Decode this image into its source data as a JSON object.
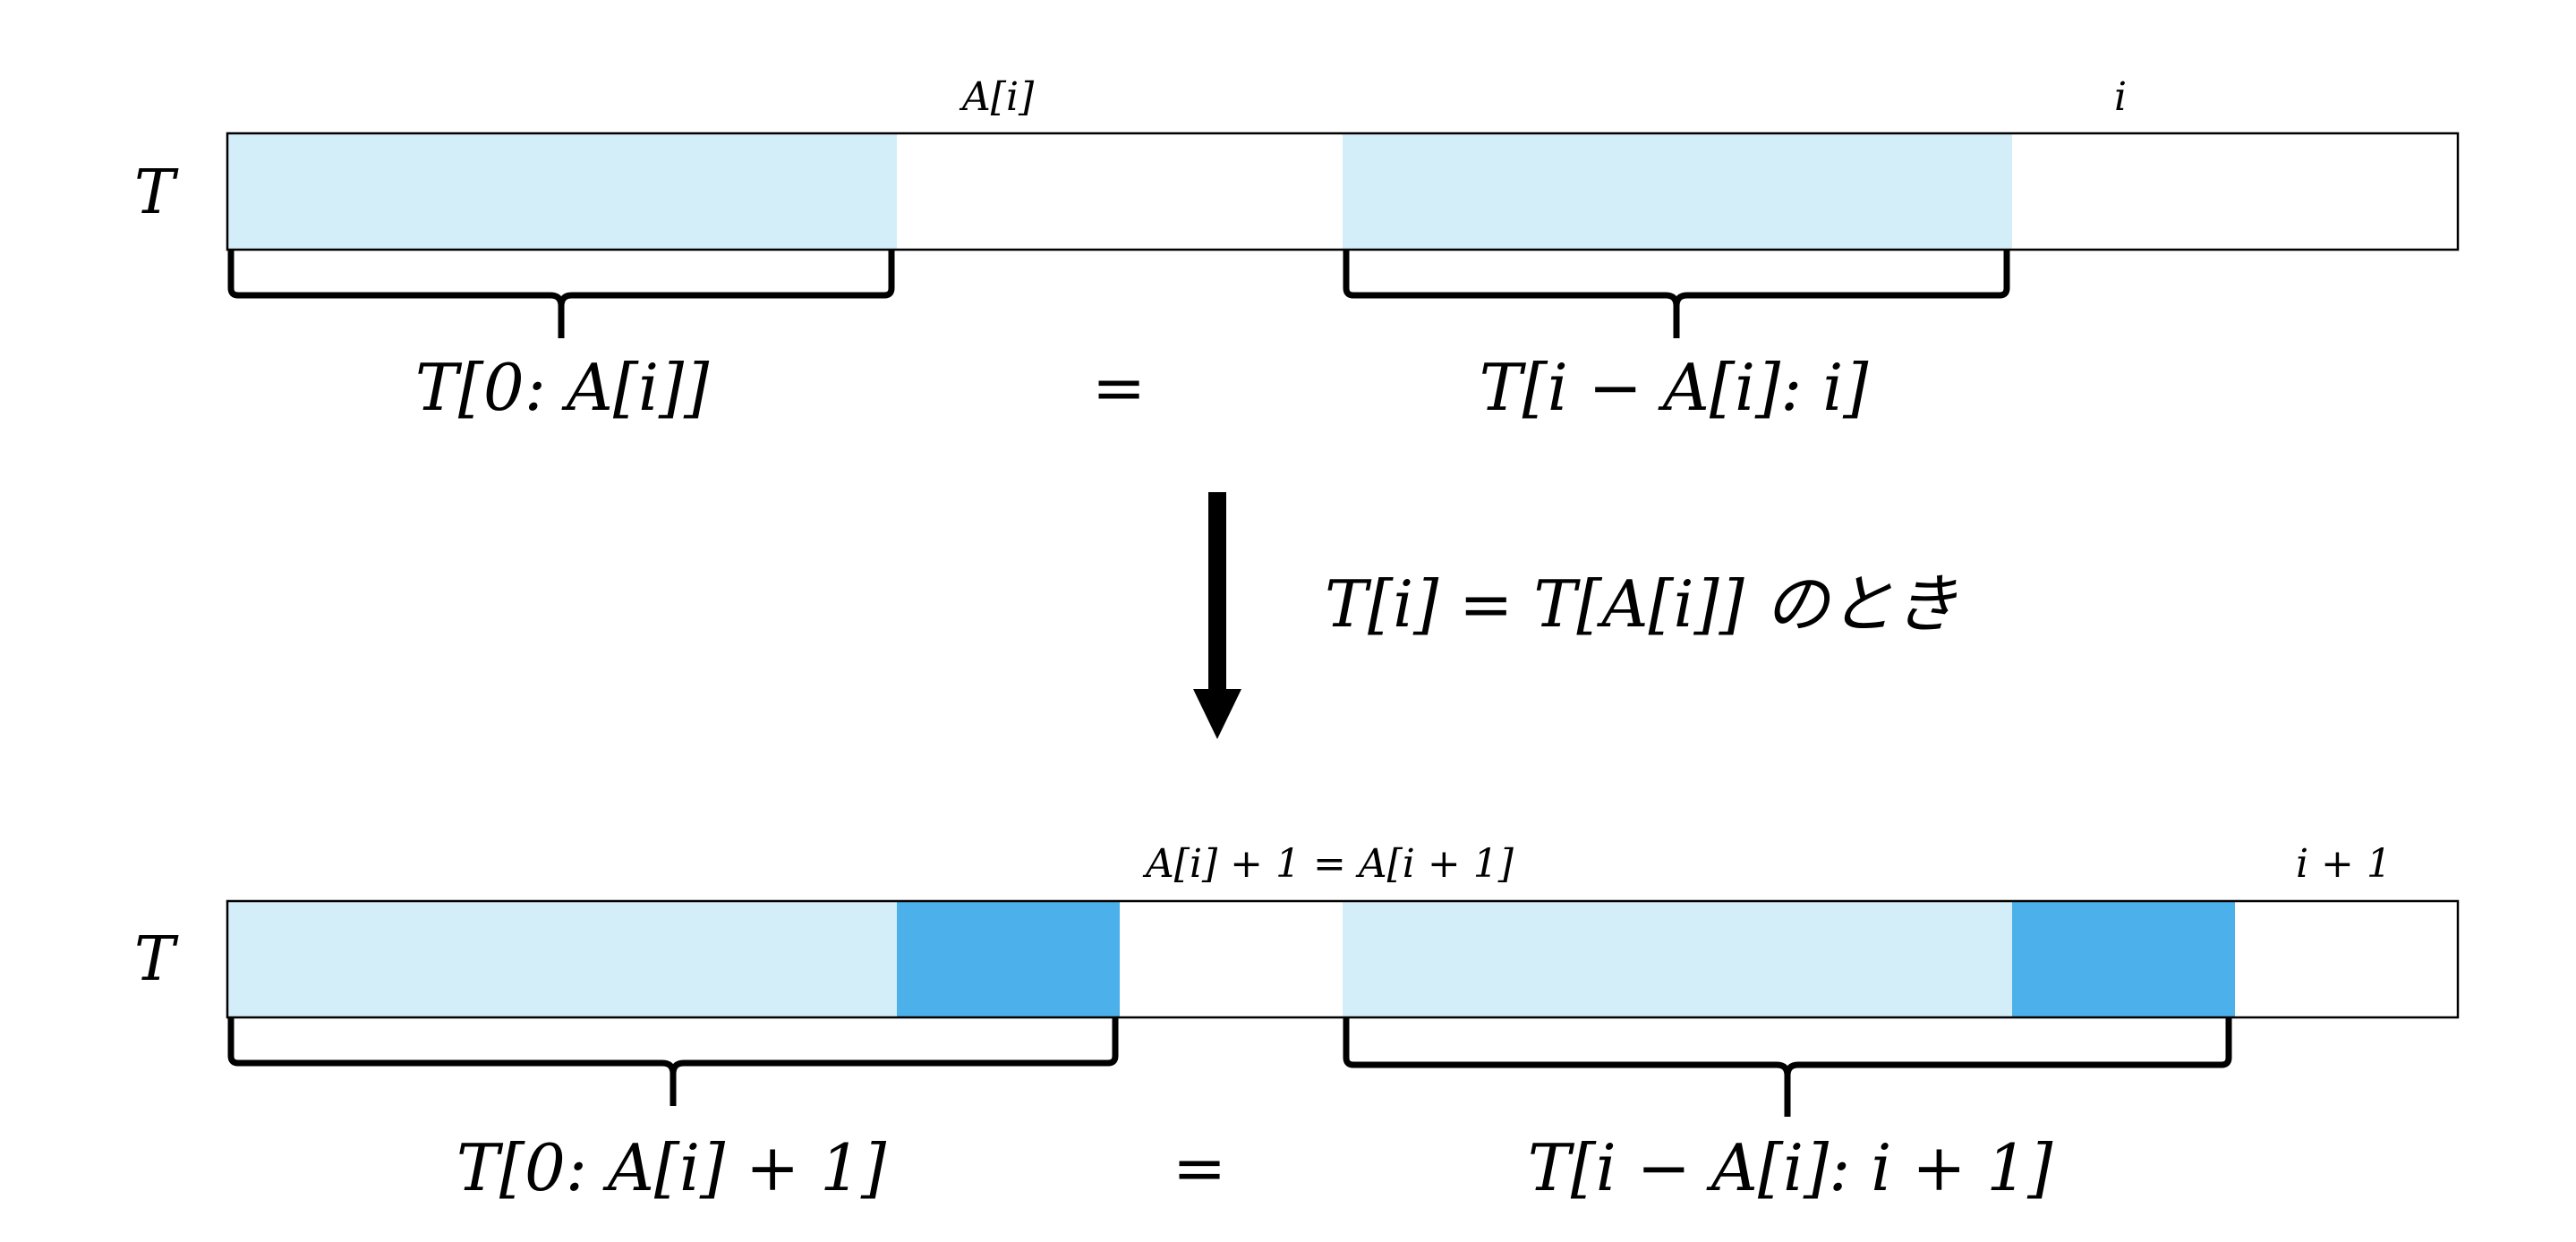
{
  "colors": {
    "light_fill": "#d3edf9",
    "dark_fill": "#4cb0ea",
    "stroke": "#000000",
    "background": "#ffffff"
  },
  "top": {
    "row_label": "T",
    "marker_ai": "A[i]",
    "marker_i": "i",
    "left_slice": "T[0: A[i]]",
    "equals": "=",
    "right_slice": "T[i − A[i]: i]"
  },
  "condition": "T[i] = T[A[i]] のとき",
  "bottom": {
    "row_label": "T",
    "marker_ai": "A[i] + 1 = A[i + 1]",
    "marker_i": "i + 1",
    "left_slice": "T[0: A[i] + 1]",
    "equals": "=",
    "right_slice": "T[i − A[i]: i + 1]"
  },
  "icons": {
    "arrow": "down-arrow-icon",
    "brace": "curly-brace-under"
  }
}
